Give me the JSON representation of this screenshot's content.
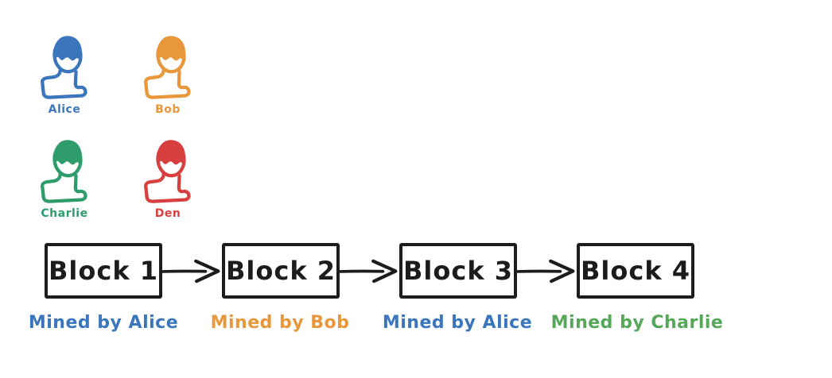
{
  "background": "#ffffff",
  "miners": [
    {
      "name": "Alice",
      "color": "#3b76bd",
      "icon": "person-bust-icon"
    },
    {
      "name": "Bob",
      "color": "#e8973a",
      "icon": "person-bust-icon"
    },
    {
      "name": "Charlie",
      "color": "#2e9d6b",
      "icon": "person-bust-icon"
    },
    {
      "name": "Den",
      "color": "#d84040",
      "icon": "person-bust-icon"
    }
  ],
  "chain": {
    "outline_color": "#1c1c1c",
    "arrow_icon": "arrow-right-icon",
    "blocks": [
      {
        "label": "Block 1",
        "mined_by": "Mined by Alice",
        "mined_by_color": "#3b76bd"
      },
      {
        "label": "Block 2",
        "mined_by": "Mined by Bob",
        "mined_by_color": "#e8973a"
      },
      {
        "label": "Block 3",
        "mined_by": "Mined by Alice",
        "mined_by_color": "#3b76bd"
      },
      {
        "label": "Block 4",
        "mined_by": "Mined by Charlie",
        "mined_by_color": "#57a75a"
      }
    ]
  }
}
